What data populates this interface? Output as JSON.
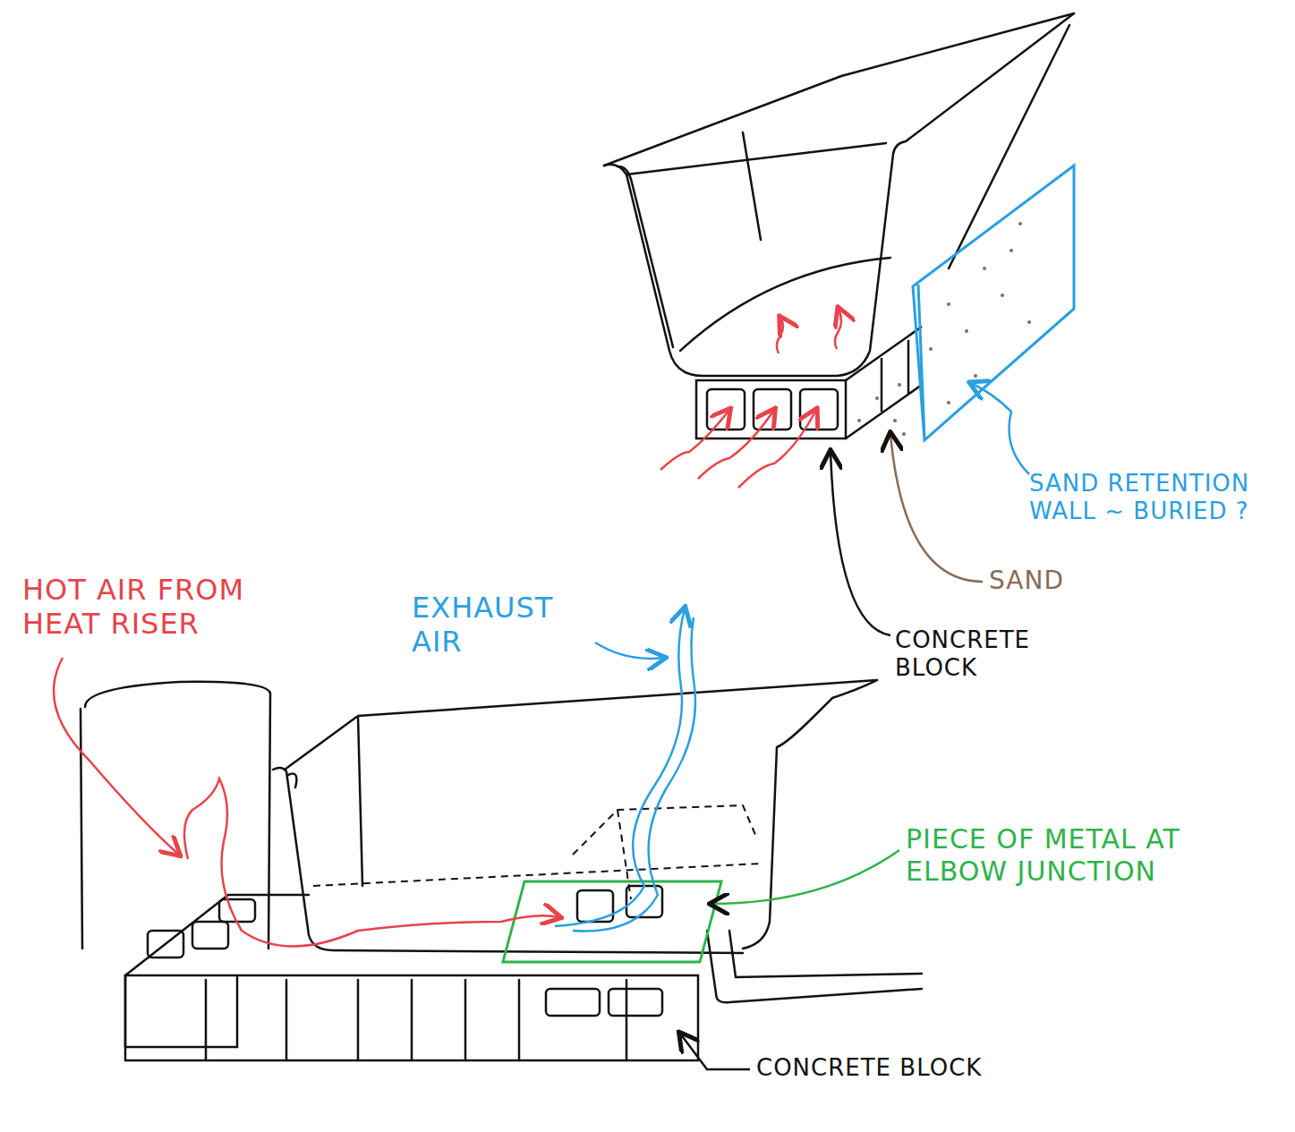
{
  "diagram": {
    "labels": [
      "HOT AIR FROM HEAT RISER",
      "EXHAUST AIR",
      "SAND RETENTION WALL ~ BURIED ?",
      "SAND",
      "CONCRETE BLOCK",
      "PIECE OF METAL AT ELBOW JUNCTION",
      "CONCRETE BLOCK"
    ]
  }
}
